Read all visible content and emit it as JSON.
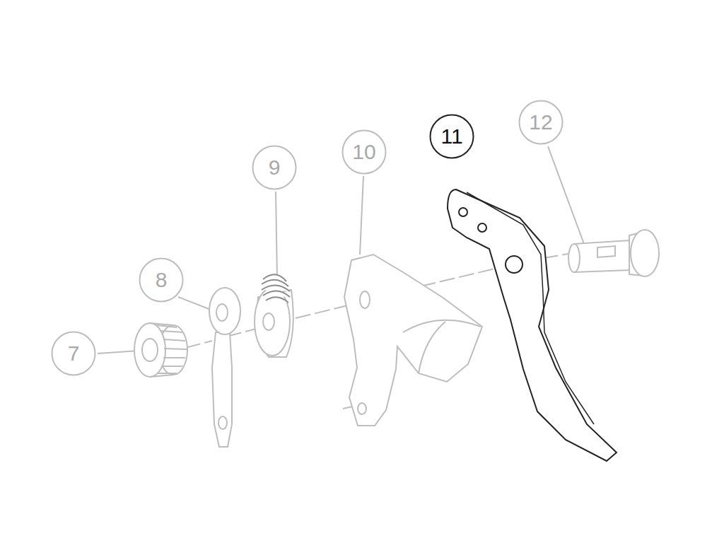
{
  "diagram": {
    "nodes": [
      {
        "text": [
          "7"
        ]
      },
      {
        "text": [
          "8"
        ]
      },
      {
        "text": [
          "9"
        ]
      },
      {
        "text": [
          "10"
        ]
      },
      {
        "text": [
          "11"
        ]
      },
      {
        "text": [
          "12"
        ]
      }
    ]
  }
}
